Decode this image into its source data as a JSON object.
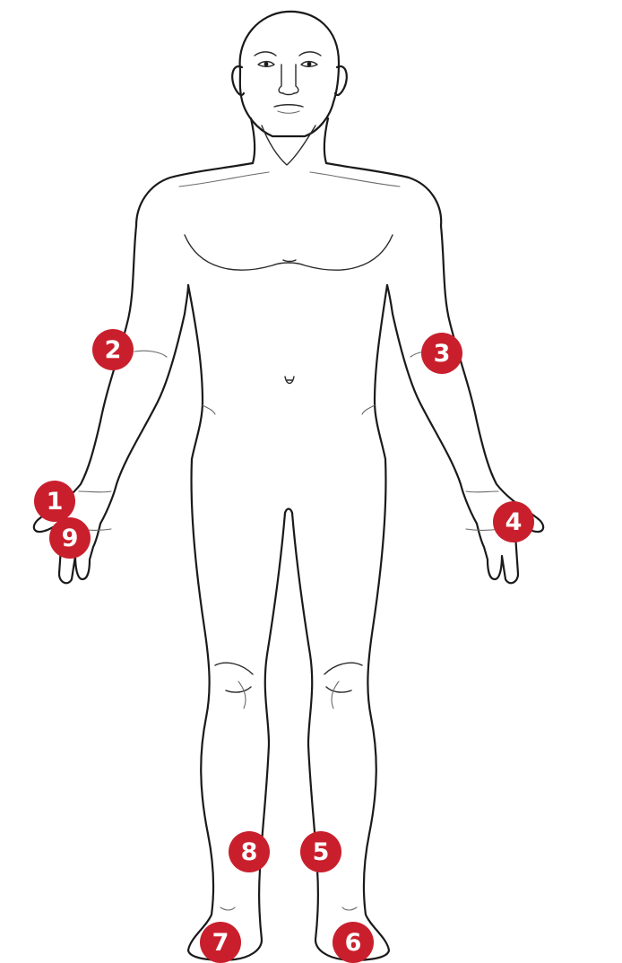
{
  "markers": [
    {
      "id": "1",
      "label": "1"
    },
    {
      "id": "2",
      "label": "2"
    },
    {
      "id": "3",
      "label": "3"
    },
    {
      "id": "4",
      "label": "4"
    },
    {
      "id": "5",
      "label": "5"
    },
    {
      "id": "6",
      "label": "6"
    },
    {
      "id": "7",
      "label": "7"
    },
    {
      "id": "8",
      "label": "8"
    },
    {
      "id": "9",
      "label": "9"
    }
  ],
  "colors": {
    "marker": "#c91f2c",
    "line": "#1a1a1a",
    "background": "#ffffff"
  },
  "icons": {
    "figure": "human-body-front-outline"
  }
}
